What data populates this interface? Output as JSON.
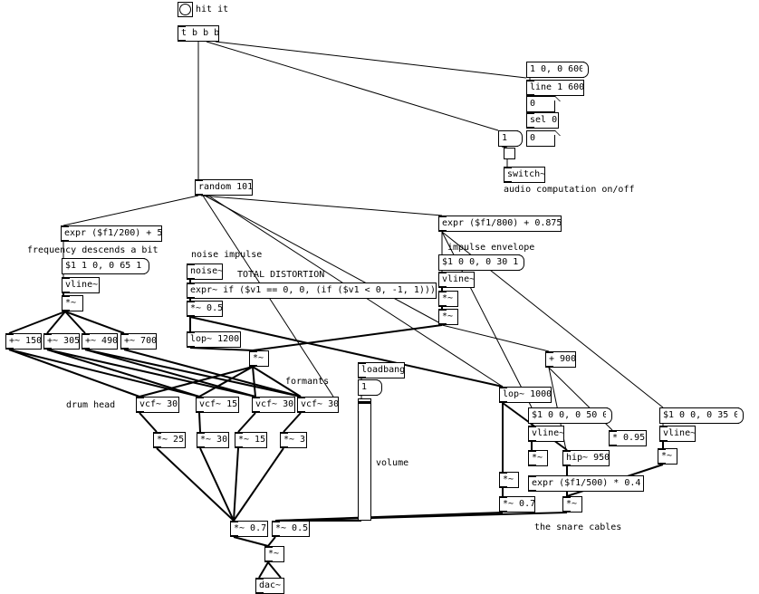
{
  "patch": {
    "bang": {
      "label": "hit it"
    },
    "objects": {
      "trigger": "t b b b",
      "random": "random 101",
      "line": "line 1 600",
      "sel": "sel 0",
      "switch": "switch~",
      "expr_freq": "expr ($f1/200) + 5",
      "vline_freq": "vline~",
      "mul_freq": "*~",
      "add150": "+~ 150",
      "add305": "+~ 305",
      "add490": "+~ 490",
      "add700": "+~ 700",
      "noise": "noise~",
      "expr_dist": "expr~ if ($v1 == 0, 0, (if ($v1 < 0, -1, 1)))",
      "mul_05a": "*~ 0.5",
      "lop1200": "lop~ 1200",
      "mul_noise": "*~",
      "vcf30a": "vcf~ 30",
      "vcf15": "vcf~ 15",
      "vcf30b": "vcf~ 30",
      "vcf30c": "vcf~ 30",
      "mul25": "*~ 25",
      "mul30": "*~ 30",
      "mul15": "*~ 15",
      "mul3": "*~ 3",
      "mul07a": "*~ 0.7",
      "mul05b": "*~ 0.5",
      "mul_out": "*~",
      "dac": "dac~",
      "loadbang": "loadbang",
      "expr_env": "expr ($f1/800) + 0.875",
      "vline_env": "vline~",
      "mul_env1": "*~",
      "mul_env2": "*~",
      "plus900": "+ 900",
      "lop1000": "lop~ 1000",
      "vline_s1": "vline~",
      "mul_s1": "*~",
      "mul095": "* 0.95",
      "hip950": "hip~ 950",
      "expr_s": "expr ($f1/500) * 0.4",
      "mul_s2": "*~",
      "mul07b": "*~ 0.7",
      "mul_s3": "*~",
      "vline_s2": "vline~",
      "mul_s4": "*~"
    },
    "messages": {
      "msg_line": "1 0, 0 600",
      "msg_one": "1",
      "msg_freq": "$1 1 0, 0 65 1",
      "msg_env": "$1 0 0, 0 30 1",
      "msg_vol": "1",
      "msg_s1": "$1 0 0, 0 50 0",
      "msg_s2": "$1 0 0, 0 35 0"
    },
    "atoms": {
      "atom_line": "0",
      "atom_sel": "0"
    },
    "comments": {
      "audio": "audio computation on/off",
      "freq_desc": "frequency descends a bit",
      "noise_imp": "noise impulse",
      "total_dist": "TOTAL DISTORTION",
      "imp_env": "impulse envelope",
      "formants": "formants",
      "drum_head": "drum head",
      "volume": "volume",
      "snare": "the snare cables"
    }
  }
}
